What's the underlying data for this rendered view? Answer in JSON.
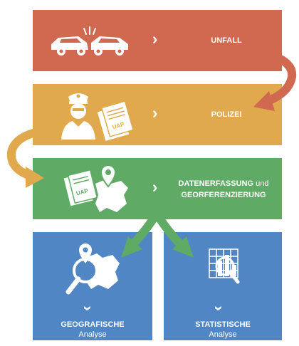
{
  "steps": {
    "unfall": {
      "label": "UNFALL"
    },
    "polizei": {
      "label": "POLIZEI",
      "doc_badge": "UAP"
    },
    "daten": {
      "label_bold_1": "DATENERFASSUNG",
      "label_thin": " und",
      "label_bold_2": "GEORFERENZIERUNG",
      "doc_badge": "UAP"
    },
    "geo": {
      "label": "GEOGRAFISCHE",
      "sub": "Analyse"
    },
    "stat": {
      "label": "STATISTISCHE",
      "sub": "Analyse"
    }
  },
  "colors": {
    "unfall": "#d0694f",
    "polizei": "#e0a94e",
    "daten": "#5fab66",
    "analyse": "#4f86c3"
  },
  "icons": [
    "car-crash-icon",
    "police-officer-icon",
    "document-icon",
    "map-pin-icon",
    "magnifier-icon",
    "statistics-icon"
  ]
}
